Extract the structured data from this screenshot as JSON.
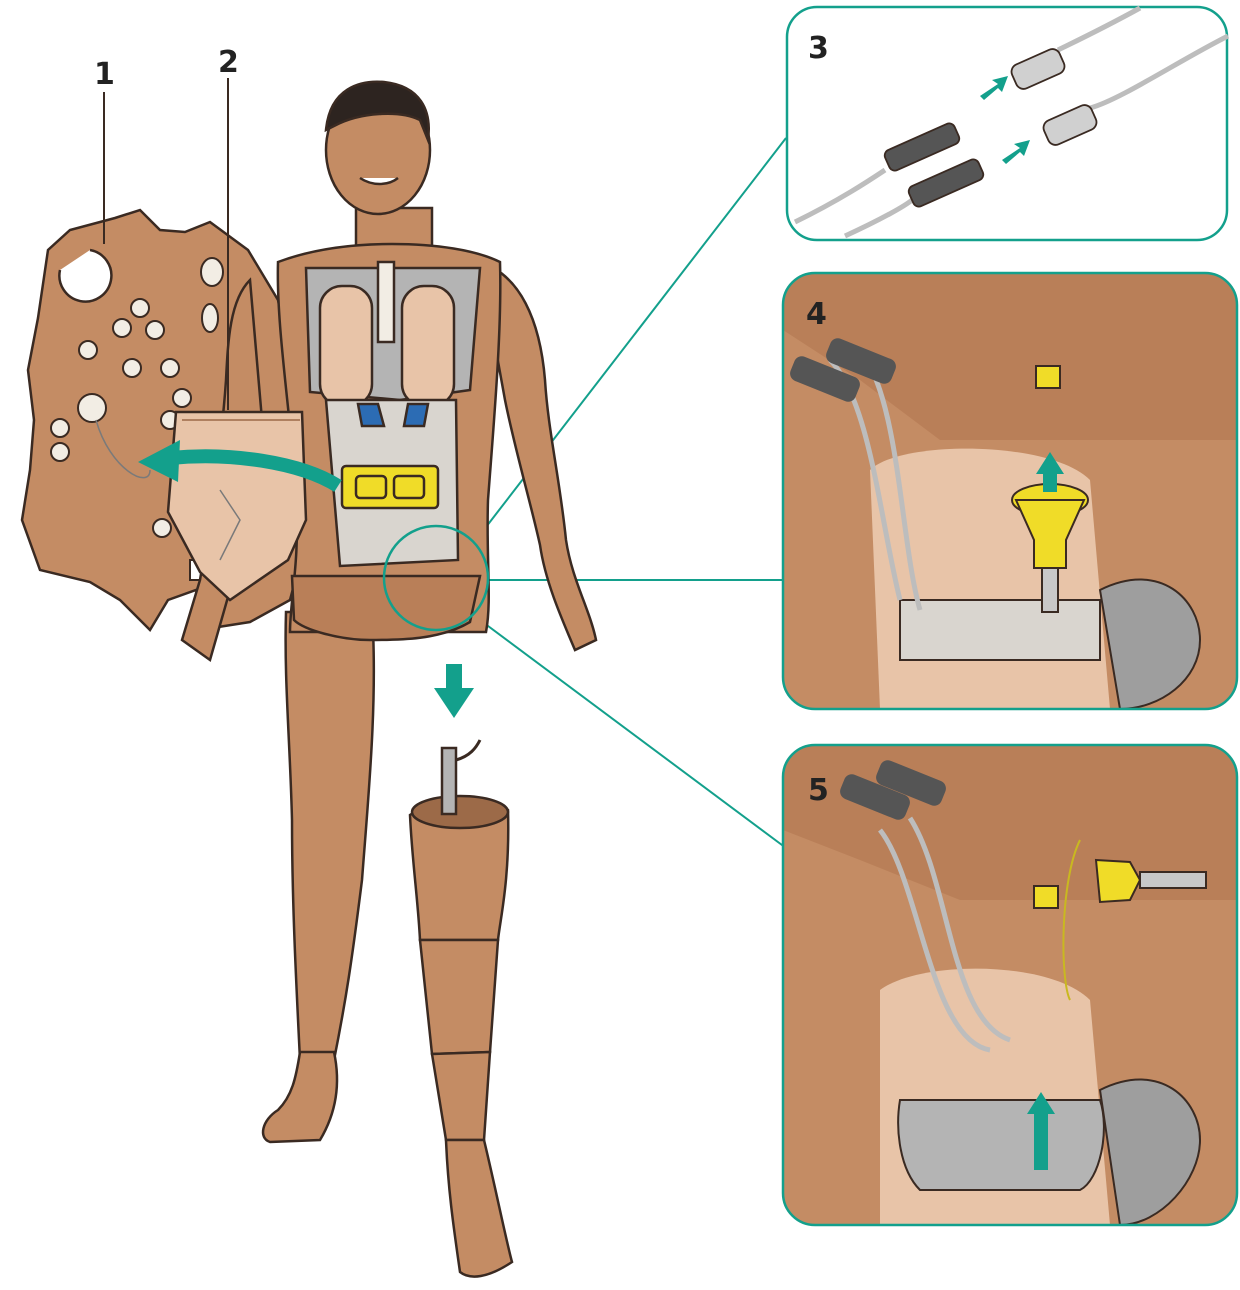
{
  "labels": {
    "part1": "1",
    "part2": "2",
    "step3": "3",
    "step4": "4",
    "step5": "5"
  },
  "colors": {
    "skin": "#c48c64",
    "skin_dark": "#9c6a48",
    "skin_light": "#e8c4a8",
    "teal": "#13a08c",
    "yellow": "#f0dc28",
    "grey_panel": "#b4b4b4",
    "blue": "#2c6cb4",
    "outline": "#3a2a22"
  },
  "icons": {
    "cable": "connector-cable-icon",
    "plug": "yellow-plug-icon",
    "arrow": "teal-arrow-icon"
  }
}
